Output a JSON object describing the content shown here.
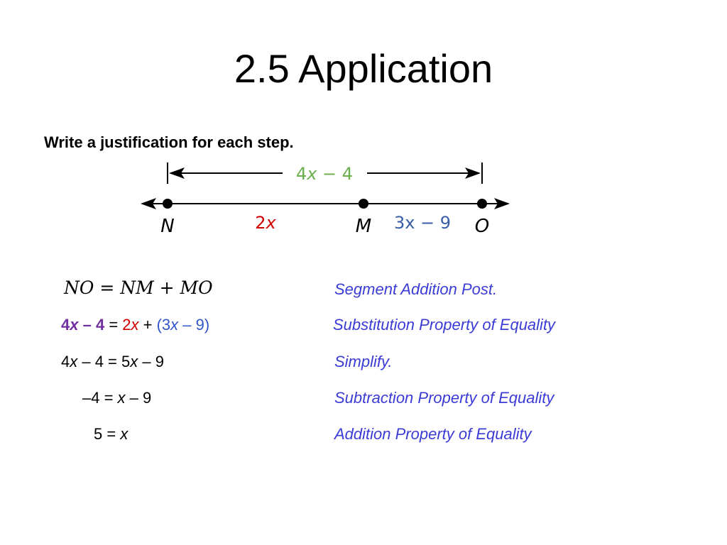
{
  "title": "2.5 Application",
  "instruction": "Write a justification for each step.",
  "diagram": {
    "total_label": {
      "coef": "4",
      "var": "x",
      "rest": " − 4"
    },
    "nm_label": {
      "coef": "2",
      "var": "x"
    },
    "mo_label": "3x − 9",
    "points": [
      "N",
      "M",
      "O"
    ]
  },
  "colors": {
    "total": "#6ab04c",
    "nm": "#d00000",
    "mo": "#3a5fa8",
    "justification": "#3b3bd6",
    "step2_left": "#7030a0"
  },
  "steps": [
    {
      "equation": "NO = NM + MO",
      "justification": "Segment Addition Post."
    },
    {
      "equation_parts": {
        "a_coef": "4",
        "a_var": "x",
        "a_rest": " – 4",
        "eq": " = ",
        "b_coef": "2",
        "b_var": "x",
        "plus": " + ",
        "c_open": "(3",
        "c_var": "x",
        "c_rest": " – 9)"
      },
      "justification": "Substitution Property of Equality"
    },
    {
      "equation_parts": {
        "a": "4",
        "x1": "x",
        "b": " – 4 = 5",
        "x2": "x",
        "c": " – 9"
      },
      "justification": "Simplify."
    },
    {
      "equation_parts": {
        "a": "–4 = ",
        "x": "x",
        "b": " – 9"
      },
      "justification": "Subtraction Property of Equality"
    },
    {
      "equation_parts": {
        "a": "5 = ",
        "x": "x"
      },
      "justification": "Addition Property of Equality"
    }
  ]
}
